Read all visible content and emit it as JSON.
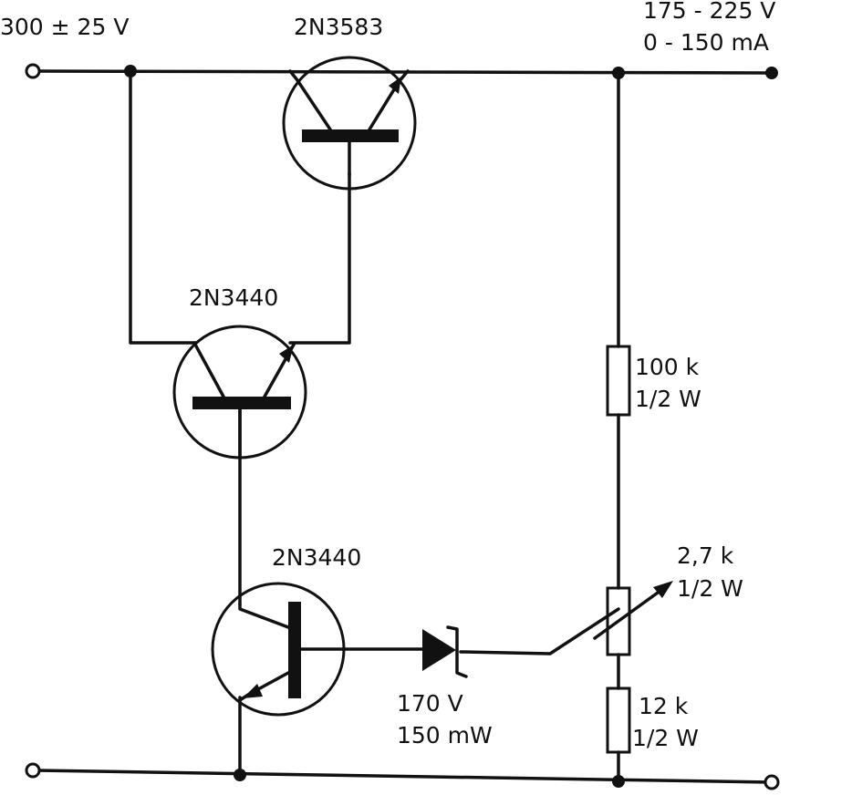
{
  "labels": {
    "input_voltage": "300 ± 25 V",
    "output_voltage": "175 - 225 V",
    "output_current": "0 - 150 mA",
    "q1_part": "2N3583",
    "q2_part": "2N3440",
    "q3_part": "2N3440",
    "r1_value": "100 k",
    "r1_power": "1/2 W",
    "pot_value": "2,7 k",
    "pot_power": "1/2 W",
    "r3_value": "12 k",
    "r3_power": "1/2 W",
    "zener_voltage": "170 V",
    "zener_power": "150 mW"
  }
}
